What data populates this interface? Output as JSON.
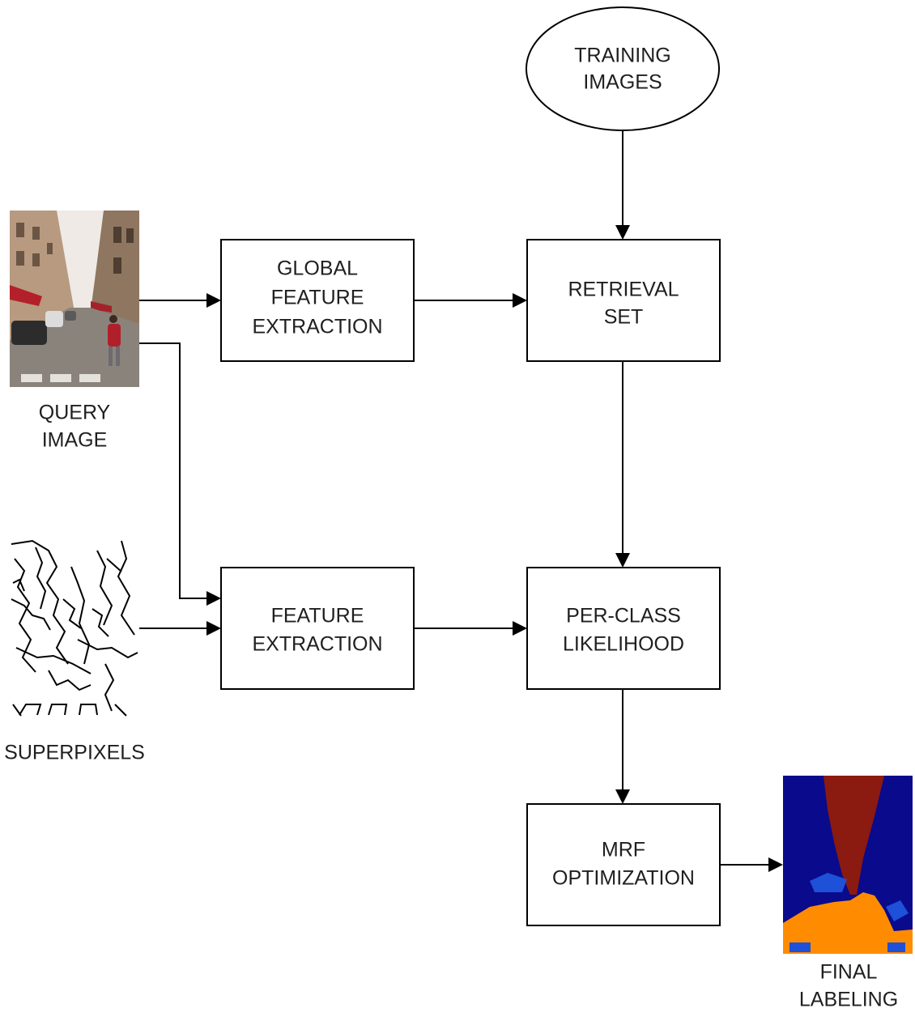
{
  "diagram": {
    "nodes": {
      "training_images": [
        "TRAINING",
        "IMAGES"
      ],
      "global_feature_extraction": [
        "GLOBAL",
        "FEATURE",
        "EXTRACTION"
      ],
      "retrieval_set": [
        "RETRIEVAL",
        "SET"
      ],
      "feature_extraction": [
        "FEATURE",
        "EXTRACTION"
      ],
      "per_class_likelihood": [
        "PER-CLASS",
        "LIKELIHOOD"
      ],
      "mrf_optimization": [
        "MRF",
        "OPTIMIZATION"
      ]
    },
    "captions": {
      "query_image": [
        "QUERY",
        "IMAGE"
      ],
      "superpixels": [
        "SUPERPIXELS"
      ],
      "final_labeling": [
        "FINAL",
        "LABELING"
      ]
    },
    "colors": {
      "label_sky": "#8b1a10",
      "label_building": "#0a0a8c",
      "label_road": "#ff8c00",
      "label_car": "#1e50d8"
    }
  }
}
